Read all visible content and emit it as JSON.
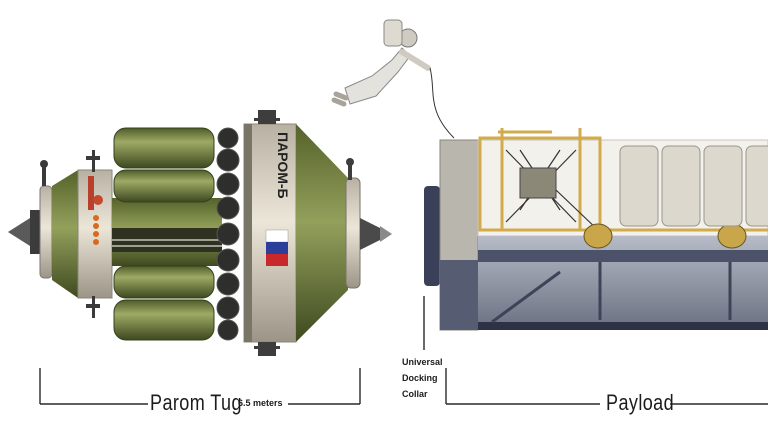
{
  "hull_text": "ПАРОМ-Б",
  "labels": {
    "tug": "Parom Tug",
    "tug_length": "6.5 meters",
    "collar_line1": "Universal",
    "collar_line2": "Docking",
    "collar_line3": "Collar",
    "payload": "Payload"
  },
  "colors": {
    "tank_green": "#7b8a4a",
    "hull_green": "#6f7d3f",
    "hull_cream": "#e8e2d2",
    "payload_grey": "#9aa0ae",
    "frame_yellow": "#d8b85a",
    "flag_blue": "#2a3e9a",
    "flag_red": "#c8282c"
  },
  "icons": [
    "astronaut-figure",
    "russian-flag",
    "thruster-nozzle"
  ]
}
